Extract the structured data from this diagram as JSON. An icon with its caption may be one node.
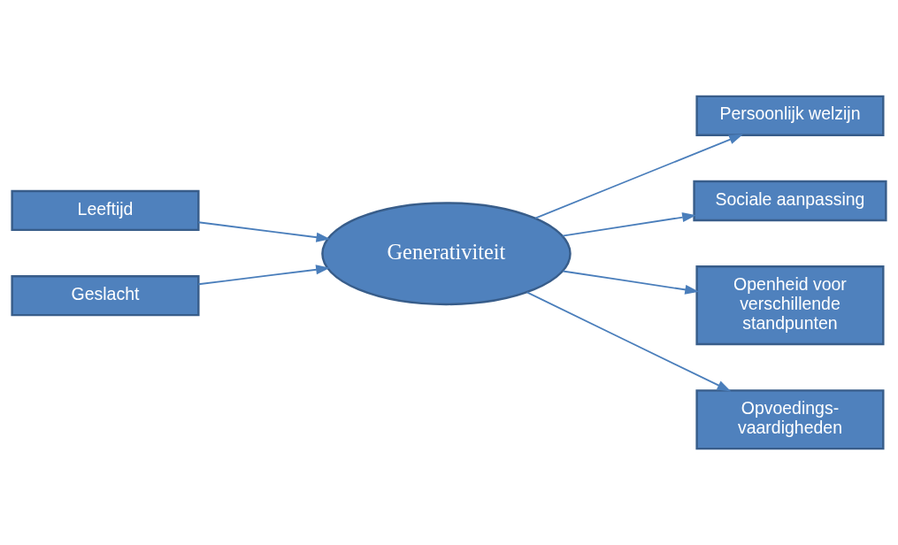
{
  "diagram": {
    "nodes": [
      {
        "text": [
          "Leeftijd"
        ]
      },
      {
        "text": [
          "Geslacht"
        ]
      },
      {
        "text": [
          "Generativiteit"
        ]
      },
      {
        "text": [
          "Persoonlijk welzijn"
        ]
      },
      {
        "text": [
          "Sociale aanpassing"
        ]
      },
      {
        "text": [
          "Openheid voor verschillende standpunten"
        ]
      },
      {
        "text": [
          "Opvoedings- vaardigheden"
        ]
      }
    ],
    "edges": [
      {
        "from": 0,
        "to": 2,
        "arrow": "to"
      },
      {
        "from": 1,
        "to": 2,
        "arrow": "to"
      },
      {
        "from": 2,
        "to": 3,
        "arrow": "to"
      },
      {
        "from": 2,
        "to": 4,
        "arrow": "to"
      },
      {
        "from": 2,
        "to": 5,
        "arrow": "to"
      },
      {
        "from": 2,
        "to": 6,
        "arrow": "to"
      }
    ]
  }
}
